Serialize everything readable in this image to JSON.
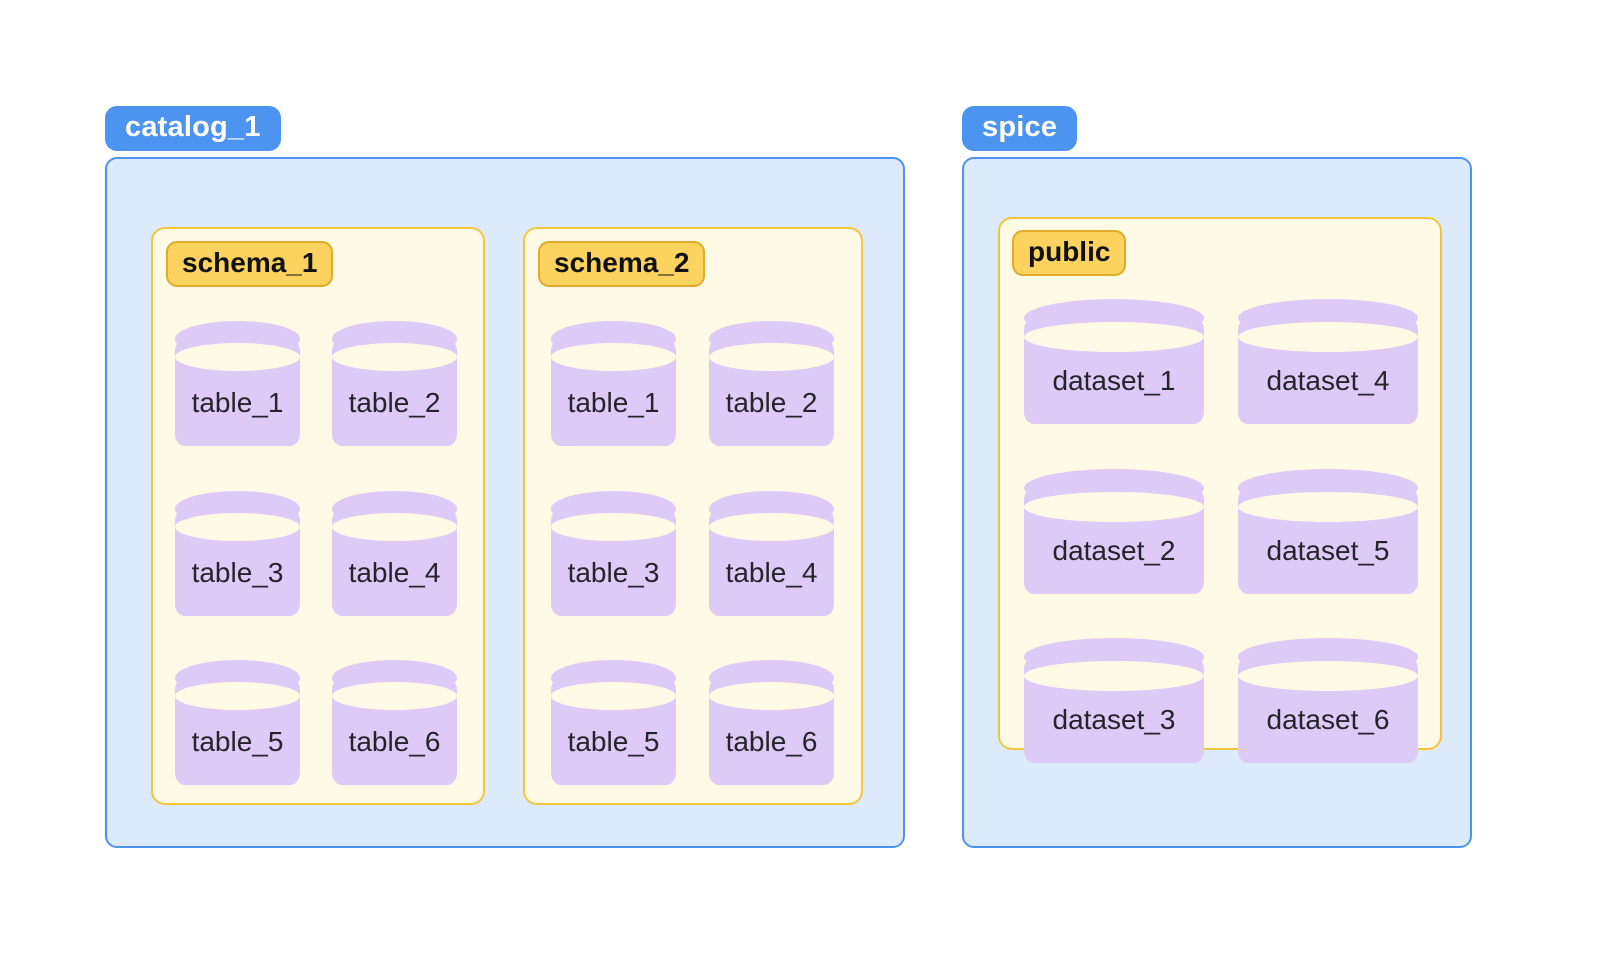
{
  "diagram": {
    "type": "nested-container-diagram",
    "title": "",
    "background_color": "#ffffff",
    "colors": {
      "catalog_badge_bg": "#4d94f0",
      "catalog_badge_text": "#ffffff",
      "catalog_box_bg": "#ddeafb",
      "catalog_box_border": "#4d94f0",
      "schema_badge_bg": "#fbd35e",
      "schema_badge_border": "#e0ab28",
      "schema_badge_text": "#111111",
      "schema_box_bg": "#fffae6",
      "schema_box_border": "#f3c53f",
      "cylinder_fill": "#ddcaf7",
      "cylinder_label_text": "#24242b"
    }
  },
  "catalogs": [
    {
      "name": "catalog_1",
      "schemas": [
        {
          "name": "schema_1",
          "objects": [
            {
              "label": "table_1"
            },
            {
              "label": "table_2"
            },
            {
              "label": "table_3"
            },
            {
              "label": "table_4"
            },
            {
              "label": "table_5"
            },
            {
              "label": "table_6"
            }
          ]
        },
        {
          "name": "schema_2",
          "objects": [
            {
              "label": "table_1"
            },
            {
              "label": "table_2"
            },
            {
              "label": "table_3"
            },
            {
              "label": "table_4"
            },
            {
              "label": "table_5"
            },
            {
              "label": "table_6"
            }
          ]
        }
      ]
    },
    {
      "name": "spice",
      "schemas": [
        {
          "name": "public",
          "objects": [
            {
              "label": "dataset_1"
            },
            {
              "label": "dataset_4"
            },
            {
              "label": "dataset_2"
            },
            {
              "label": "dataset_5"
            },
            {
              "label": "dataset_3"
            },
            {
              "label": "dataset_6"
            }
          ]
        }
      ]
    }
  ]
}
